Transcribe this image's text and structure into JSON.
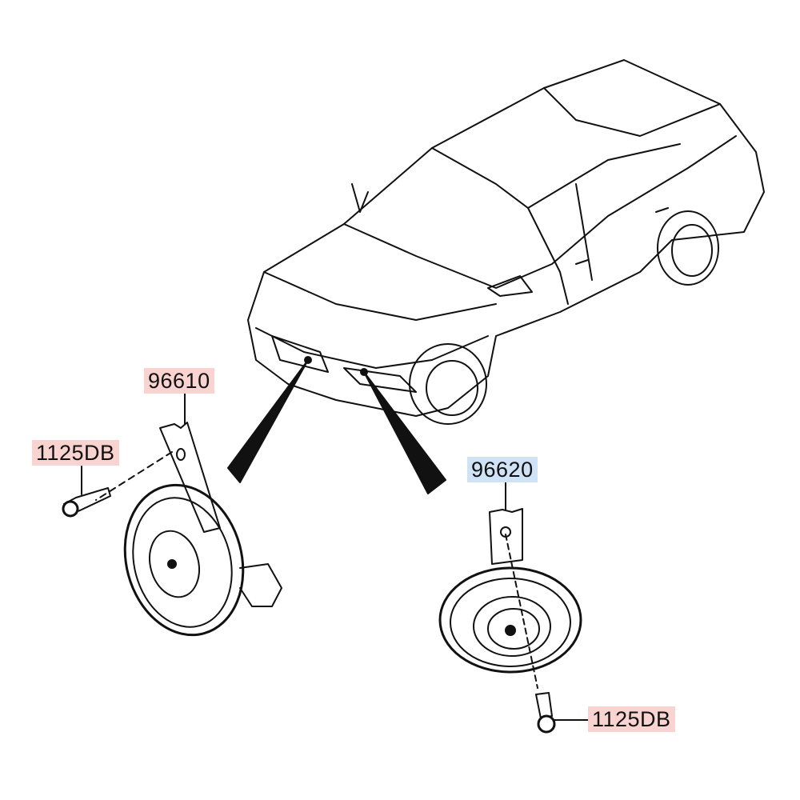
{
  "colors": {
    "part_highlight": "#f9d3d0",
    "selected_highlight": "#cfe2f6",
    "line": "#111111"
  },
  "callouts": {
    "left_horn": "96610",
    "left_bolt": "1125DB",
    "right_horn": "96620",
    "right_bolt": "1125DB"
  }
}
